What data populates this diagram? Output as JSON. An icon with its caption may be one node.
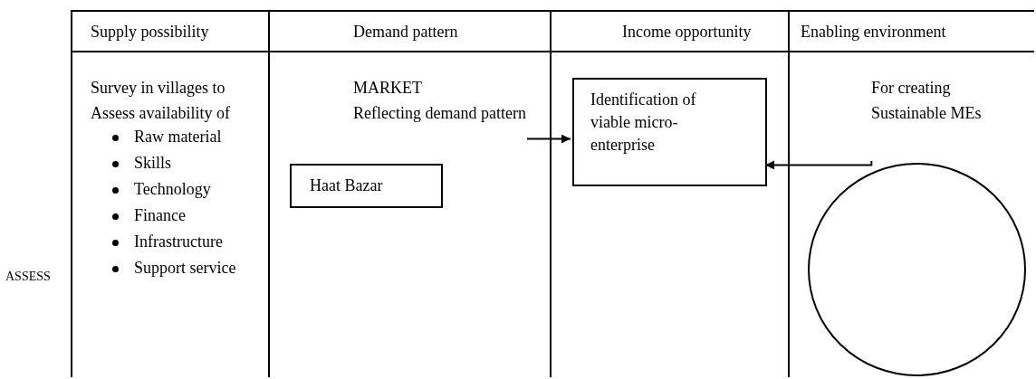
{
  "diagram": {
    "nodes": [
      {
        "text": [
          "Supply possibility",
          "Survey in villages to Assess availability of",
          "Raw material",
          "Skills",
          "Technology",
          "Finance",
          "Infrastructure",
          "Support service"
        ]
      },
      {
        "text": [
          "Demand pattern",
          "MARKET",
          "Reflecting demand pattern"
        ]
      },
      {
        "text": [
          "Haat Bazar"
        ],
        "in": 1
      },
      {
        "text": [
          "Income opportunity"
        ]
      },
      {
        "text": [
          "Identification of viable micro-enterprise"
        ],
        "in": 3
      },
      {
        "text": [
          "Enabling environment",
          "For creating Sustainable MEs"
        ]
      },
      {
        "text": [],
        "shape": "ellipse",
        "in": 5
      }
    ],
    "edges": [
      {
        "from": null,
        "to": 4,
        "arrow": "to"
      },
      {
        "from": 6,
        "to": 4,
        "arrow": "to"
      }
    ],
    "labels": [
      "ASSESS"
    ]
  }
}
